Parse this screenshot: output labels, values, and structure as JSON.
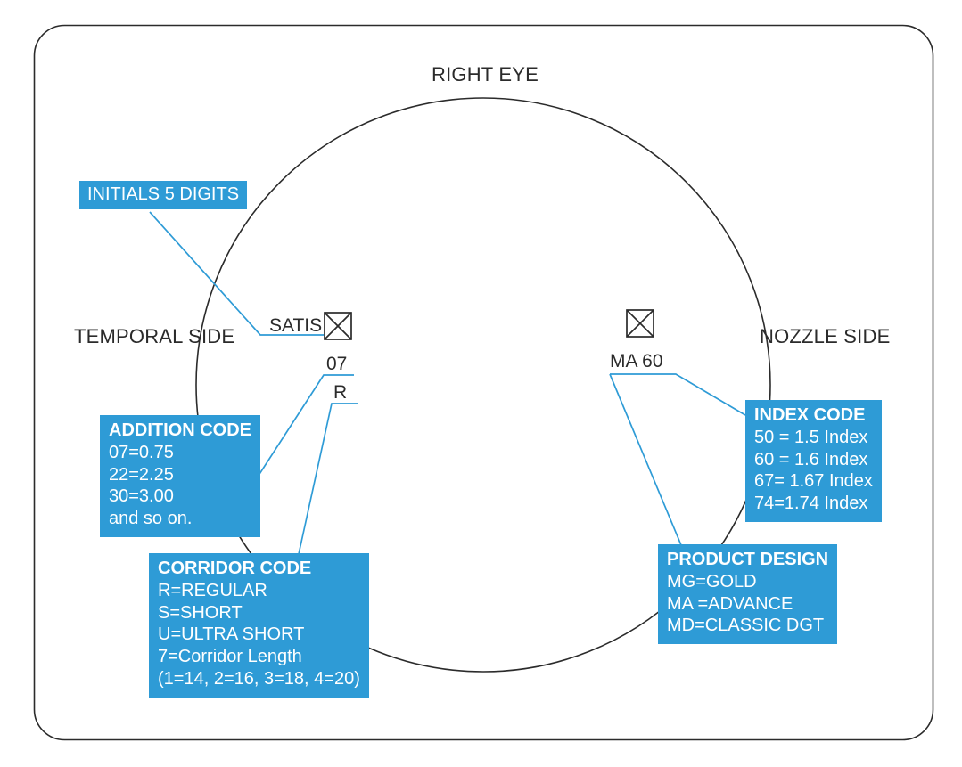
{
  "diagram": {
    "title": "RIGHT EYE",
    "side_left": "TEMPORAL SIDE",
    "side_right": "NOZZLE SIDE",
    "accent_color": "#2e9bd6",
    "line_color": "#2b2b2b",
    "engravings": {
      "initials": "SATIS",
      "addition": "07",
      "corridor": "R",
      "design_index": "MA 60"
    },
    "callouts": {
      "initials": {
        "title": "INITIALS 5 DIGITS",
        "lines": []
      },
      "addition": {
        "title": "ADDITION CODE",
        "lines": [
          "07=0.75",
          "22=2.25",
          "30=3.00",
          "and so on."
        ]
      },
      "corridor": {
        "title": "CORRIDOR CODE",
        "lines": [
          "R=REGULAR",
          "S=SHORT",
          "U=ULTRA SHORT",
          "7=Corridor Length",
          "(1=14, 2=16, 3=18, 4=20)"
        ]
      },
      "index": {
        "title": "INDEX CODE",
        "lines": [
          "50 = 1.5 Index",
          "60 = 1.6 Index",
          "67= 1.67 Index",
          "74=1.74 Index"
        ]
      },
      "product": {
        "title": "PRODUCT DESIGN",
        "lines": [
          "MG=GOLD",
          "MA =ADVANCE",
          "MD=CLASSIC DGT"
        ]
      }
    }
  }
}
